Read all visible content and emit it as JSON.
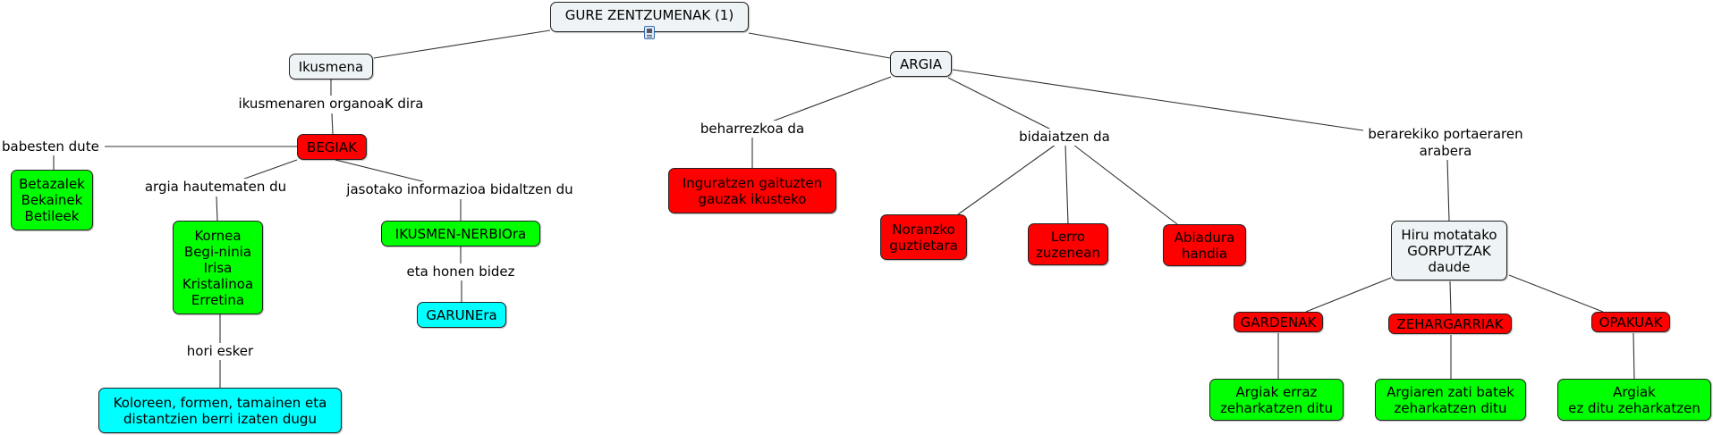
{
  "title": "GURE ZENTZUMENAK (1)",
  "nodes": {
    "root": "GURE ZENTZUMENAK (1)",
    "ikusmena": "Ikusmena",
    "begiak": "BEGIAK",
    "betazalek": "Betazalek\nBekainek\nBetileek",
    "kornea": "Kornea\nBegi-ninia\nIrisa\nKristalinoa\nErretina",
    "nerbio": "IKUSMEN-NERBIOra",
    "garunera": "GARUNEra",
    "koloreen": "Koloreen, formen, tamainen eta\ndistantzien berri izaten dugu",
    "argia": "ARGIA",
    "inguratzen": "Inguratzen gaituzten\ngauzak ikusteko",
    "noranzko": "Noranzko\nguztietara",
    "lerro": "Lerro\nzuzenean",
    "abiadura": "Abiadura\nhandia",
    "hiru": "Hiru motatako\nGORPUTZAK\ndaude",
    "gardenak": "GARDENAK",
    "zehargarriak": "ZEHARGARRIAK",
    "opakuak": "OPAKUAK",
    "argiak_erraz": "Argiak erraz\nzeharkatzen ditu",
    "argiaren_zati": "Argiaren zati batek\nzeharkatzen ditu",
    "argiak_ez": "Argiak\nez ditu zeharkatzen"
  },
  "links": {
    "organoak": "ikusmenaren organoaK dira",
    "babesten": "babesten dute",
    "hautematen": "argia hautematen du",
    "jasotako": "jasotako informazioa bidaltzen du",
    "honen_bidez": "eta honen bidez",
    "hori_esker": "hori esker",
    "beharrezkoa": "beharrezkoa da",
    "bidaiatzen": "bidaiatzen da",
    "portaera": "berarekiko portaeraren\narabera"
  },
  "icons": {
    "root_attachment": "document-icon"
  },
  "colors": {
    "grey": "#eef3f6",
    "red": "#ff0000",
    "green": "#00ff00",
    "cyan": "#00ffff"
  }
}
